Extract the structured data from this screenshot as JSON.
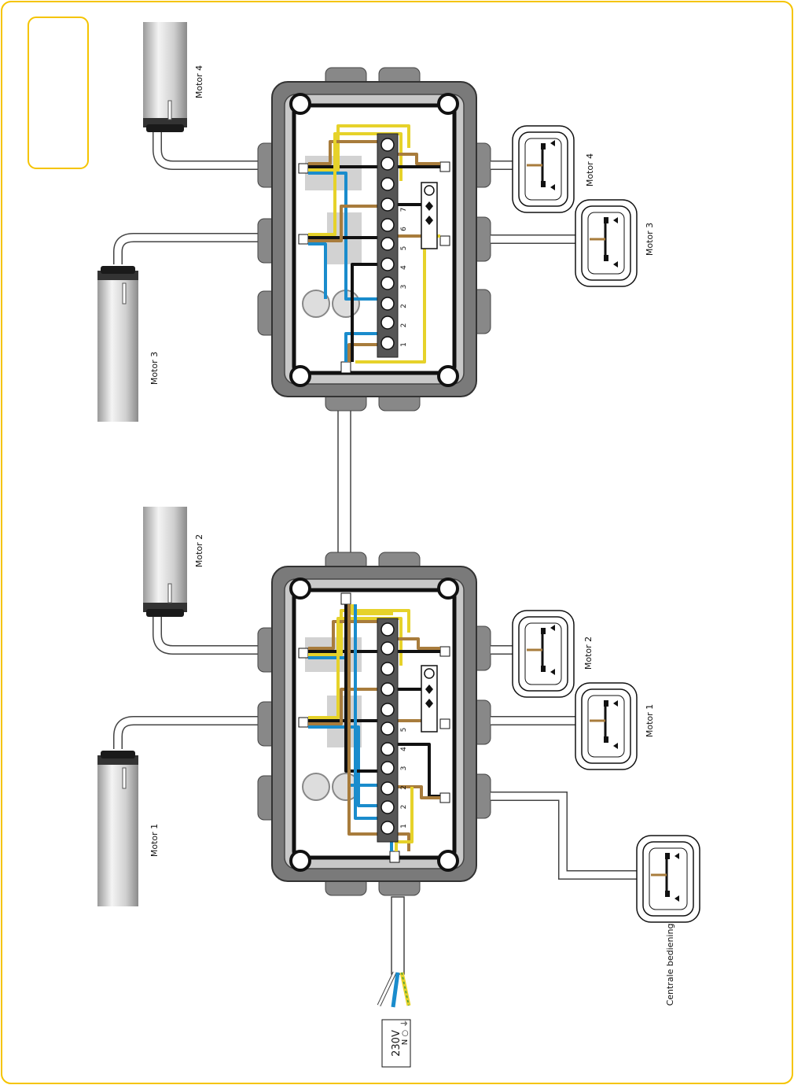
{
  "labels": {
    "motor1": "Motor 1",
    "motor2": "Motor 2",
    "motor3": "Motor 3",
    "motor4": "Motor 4",
    "switch_motor1": "Motor 1",
    "switch_motor2": "Motor 2",
    "switch_motor3": "Motor 3",
    "switch_motor4": "Motor 4",
    "central_control": "Centrale bediening",
    "supply_voltage": "230V",
    "supply_symbols": "N ○ ⏚"
  },
  "terminal_numbers_box1": [
    "1",
    "2",
    "2",
    "3",
    "4",
    "5"
  ],
  "terminal_numbers_box2": [
    "1",
    "2",
    "2",
    "3",
    "4",
    "5",
    "6",
    "7"
  ],
  "colors": {
    "frame": "#f5c400",
    "box_outer": "#777777",
    "box_inner": "#c8c8c8",
    "wire_brown": "#a87c3c",
    "wire_blue": "#1a8ccc",
    "wire_yellow": "#e6d22a",
    "wire_black": "#111111"
  }
}
